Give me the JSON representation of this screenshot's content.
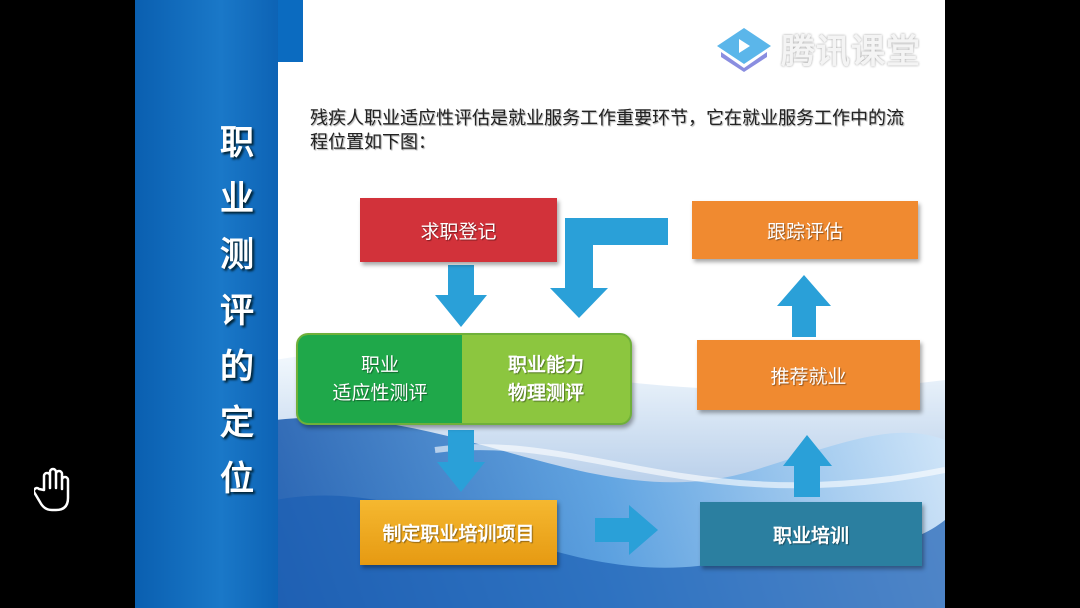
{
  "slide": {
    "side_title": [
      "职",
      "业",
      "测",
      "评",
      "的",
      "定",
      "位"
    ],
    "logo_text": "腾讯课堂",
    "intro": "残疾人职业适应性评估是就业服务工作重要环节，它在就业服务工作中的流程位置如下图：",
    "flow": {
      "job_register": "求职登记",
      "track_eval": "跟踪评估",
      "aptitude_line1": "职业",
      "aptitude_line2": "适应性测评",
      "ability_line1": "职业能力",
      "ability_line2": "物理测评",
      "recommend": "推荐就业",
      "plan_training": "制定职业培训项目",
      "training": "职业培训"
    }
  },
  "colors": {
    "arrow": "#2aa0d8",
    "red": "#d2323a",
    "orange": "#f08a30",
    "green_dark": "#1fa84a",
    "green_light": "#8cc63f",
    "gold": "#f0a820",
    "teal": "#2b7fa0"
  }
}
